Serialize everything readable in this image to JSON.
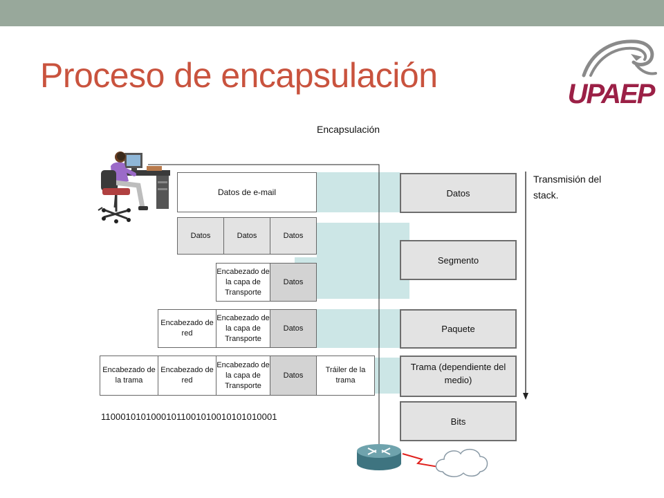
{
  "slide": {
    "title": "Proceso de encapsulación",
    "logo_text": "UPAEP"
  },
  "diagram": {
    "heading": "Encapsulación",
    "email_data": "Datos de e-mail",
    "segments": [
      "Datos",
      "Datos",
      "Datos"
    ],
    "transport_header": "Encabezado de la capa de Transporte",
    "network_header": "Encabezado de red",
    "frame_header": "Encabezado de la trama",
    "frame_trailer": "Tráiler de la trama",
    "data_label": "Datos",
    "bits_string": "11000101010001011001010010101010001",
    "stack_arrow_label": "Transmisión del stack.",
    "layers": {
      "datos": "Datos",
      "segmento": "Segmento",
      "paquete": "Paquete",
      "trama": "Trama (dependiente del medio)",
      "bits": "Bits"
    },
    "icons": {
      "user": "user-at-computer-icon",
      "router": "router-icon",
      "cloud": "network-cloud-icon",
      "link": "lightning-link-icon"
    },
    "colors": {
      "title": "#c9533e",
      "topbar": "#98a89b",
      "band": "#cce6e6",
      "logo": "#9b2046",
      "link": "#e0201c"
    }
  }
}
